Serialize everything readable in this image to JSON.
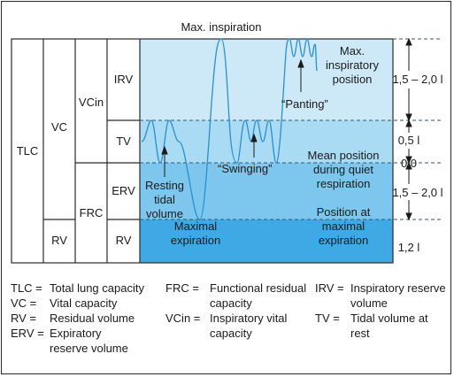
{
  "title": "Max. inspiration",
  "columns": {
    "tlc": "TLC",
    "vc": "VC",
    "rv_left": "RV",
    "vcin": "VCin",
    "frc": "FRC",
    "irv": "IRV",
    "tv": "TV",
    "erv": "ERV",
    "rv": "RV"
  },
  "annotations": {
    "panting": "“Panting”",
    "max_insp_pos": [
      "Max.",
      "inspiratory",
      "position"
    ],
    "swinging": "“Swinging”",
    "mean_pos": [
      "Mean position",
      "during quiet",
      "respiration"
    ],
    "resting": [
      "Resting",
      "tidal",
      "volume"
    ],
    "position_max_exp": [
      "Position at",
      "maximal",
      "expiration"
    ],
    "maximal_exp": [
      "Maximal",
      "expiration"
    ]
  },
  "volumes": {
    "irv": "1,5 – 2,0 l",
    "tv": "0,5 l",
    "zero": "0,0",
    "erv": "1,5 – 2,0 l",
    "rv": "1,2 l"
  },
  "legend": [
    {
      "abbr": "TLC =",
      "def": "Total lung capacity"
    },
    {
      "abbr": "VC =",
      "def": "Vital capacity"
    },
    {
      "abbr": "RV =",
      "def": "Residual volume"
    },
    {
      "abbr": "ERV =",
      "def": "Expiratory reserve volume"
    },
    {
      "abbr": "FRC =",
      "def": "Functional residual capacity"
    },
    {
      "abbr": "VCin =",
      "def": "Inspiratory vital capacity"
    },
    {
      "abbr": "IRV =",
      "def": "Inspiratory reserve volume"
    },
    {
      "abbr": "TV =",
      "def": "Tidal volume at rest"
    }
  ],
  "colors": {
    "irv_band": "#cde9f8",
    "tv_band": "#a9dbf4",
    "erv_band": "#7dc7ee",
    "rv_band": "#3fa9e6",
    "trace": "#2a8fd0"
  }
}
